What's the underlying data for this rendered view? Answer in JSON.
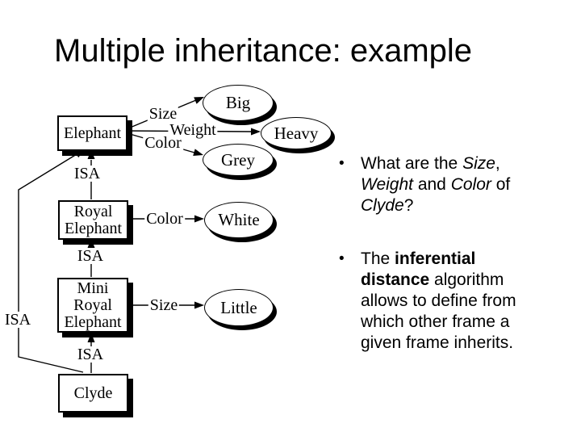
{
  "colors": {
    "foreground": "#000000",
    "background": "#ffffff"
  },
  "title": "Multiple inheritance: example",
  "diagram": {
    "frames": [
      {
        "label": "Elephant"
      },
      {
        "label": "Royal Elephant"
      },
      {
        "label": "Mini Royal Elephant"
      },
      {
        "label": "Clyde"
      }
    ],
    "values": [
      {
        "label": "Big"
      },
      {
        "label": "Heavy"
      },
      {
        "label": "Grey"
      },
      {
        "label": "White"
      },
      {
        "label": "Little"
      }
    ],
    "slots": [
      {
        "label": "Size"
      },
      {
        "label": "Weight"
      },
      {
        "label": "Color"
      },
      {
        "label": "Color"
      },
      {
        "label": "Size"
      }
    ],
    "isa": [
      {
        "label": "ISA"
      },
      {
        "label": "ISA"
      },
      {
        "label": "ISA"
      },
      {
        "label": "ISA"
      }
    ]
  },
  "bullets": {
    "first": {
      "marker": "•",
      "line1": {
        "t1": "What are the ",
        "em": "Size",
        "t2": ","
      },
      "line2": {
        "em1": "Weight",
        "t1": " and ",
        "em2": "Color",
        "t2": " of"
      },
      "line3": {
        "em": "Clyde",
        "t1": "?"
      }
    },
    "second": {
      "marker": "•",
      "line1": {
        "t1": "The ",
        "b": "inferential"
      },
      "line2": {
        "b": "distance",
        "t1": " algorithm"
      },
      "line3": {
        "t1": "allows to define from"
      },
      "line4": {
        "t1": "which other frame a"
      },
      "line5": {
        "t1": "given frame inherits."
      }
    }
  }
}
